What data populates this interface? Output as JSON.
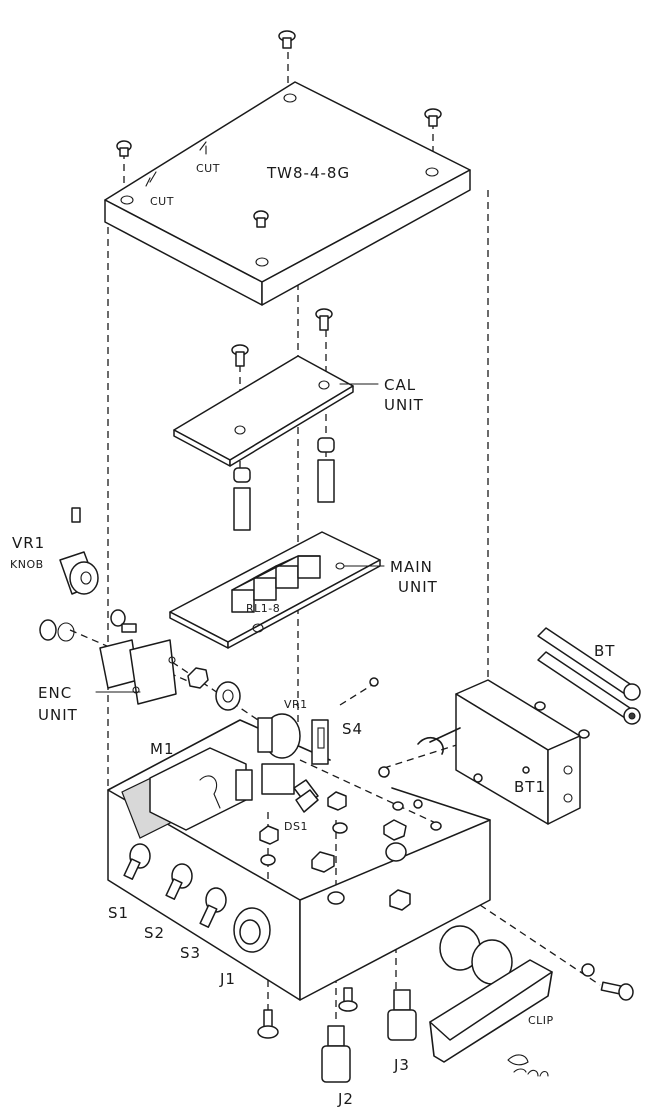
{
  "labels": {
    "top_cover": "TW8-4-8G",
    "cut_1": "CUT",
    "cut_2": "CUT",
    "cal_unit_1": "CAL",
    "cal_unit_2": "UNIT",
    "main_unit_1": "MAIN",
    "main_unit_2": "UNIT",
    "relay": "RL1-8",
    "vr1_knob_1": "VR1",
    "vr1_knob_2": "KNOB",
    "enc_unit_1": "ENC",
    "enc_unit_2": "UNIT",
    "vr1": "VR1",
    "s4": "S4",
    "m1": "M1",
    "bt": "BT",
    "bt1": "BT1",
    "ds1": "DS1",
    "s1": "S1",
    "s2": "S2",
    "s3": "S3",
    "j1": "J1",
    "j2": "J2",
    "j3": "J3",
    "clip": "CLIP"
  }
}
